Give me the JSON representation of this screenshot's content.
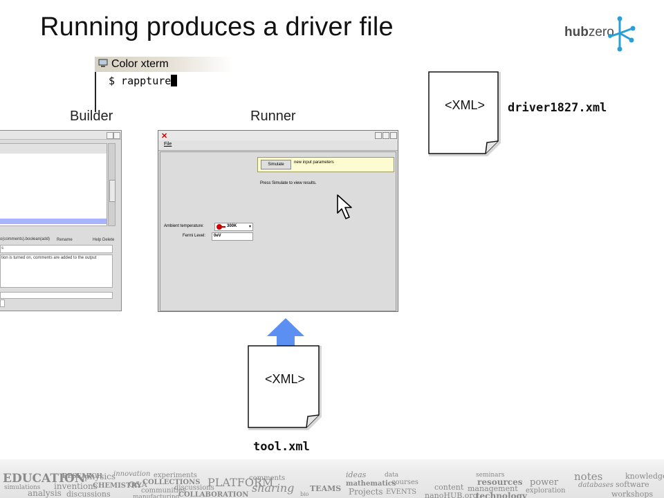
{
  "slide": {
    "title": "Running produces a driver file"
  },
  "logo": {
    "hub": "hub",
    "zero": "zero"
  },
  "xterm": {
    "title": "Color xterm",
    "command": "$ rappture"
  },
  "labels": {
    "builder": "Builder",
    "runner": "Runner"
  },
  "builder": {
    "path_text": "o(comments).boolean(add)",
    "buttons": [
      "Rename",
      "Help",
      "Delete"
    ],
    "field_text": "s",
    "description": "tion is turned on, comments are added to the output"
  },
  "runner": {
    "menu_file": "File",
    "simulate_label": "Simulate",
    "status_text": "new input parameters",
    "press_text": "Press Simulate to view results.",
    "inputs": {
      "temperature_label": "Ambient temperature:",
      "temperature_value": "300K",
      "fermi_label": "Fermi Level:",
      "fermi_value": "0eV"
    }
  },
  "docs": {
    "xml_text": "<XML>",
    "driver_file": "driver1827.xml",
    "tool_file": "tool.xml"
  },
  "footer_words": [
    "EDUCATION",
    "simulations",
    "analysis",
    "RESEARCH",
    "physics",
    "inventions",
    "CHEMISTRY",
    "discussions",
    "innovation",
    "Q&A",
    "experiments",
    "COLLECTIONS",
    "communities",
    "manufacturing",
    "PLATFORM",
    "discussions",
    "COLLABORATION",
    "comments",
    "sharing",
    "TEAMS",
    "bio",
    "ideas",
    "mathematics",
    "Projects",
    "EVENTS",
    "data",
    "courses",
    "content",
    "nanoHUB.org",
    "seminars",
    "resources",
    "management",
    "technology",
    "power",
    "exploration",
    "notes",
    "databases",
    "knowledge",
    "software",
    "workshops"
  ],
  "colors": {
    "arrow": "#5b8ff2",
    "highlight": "#a9b3ff",
    "result_box": "#fdfbd0"
  }
}
